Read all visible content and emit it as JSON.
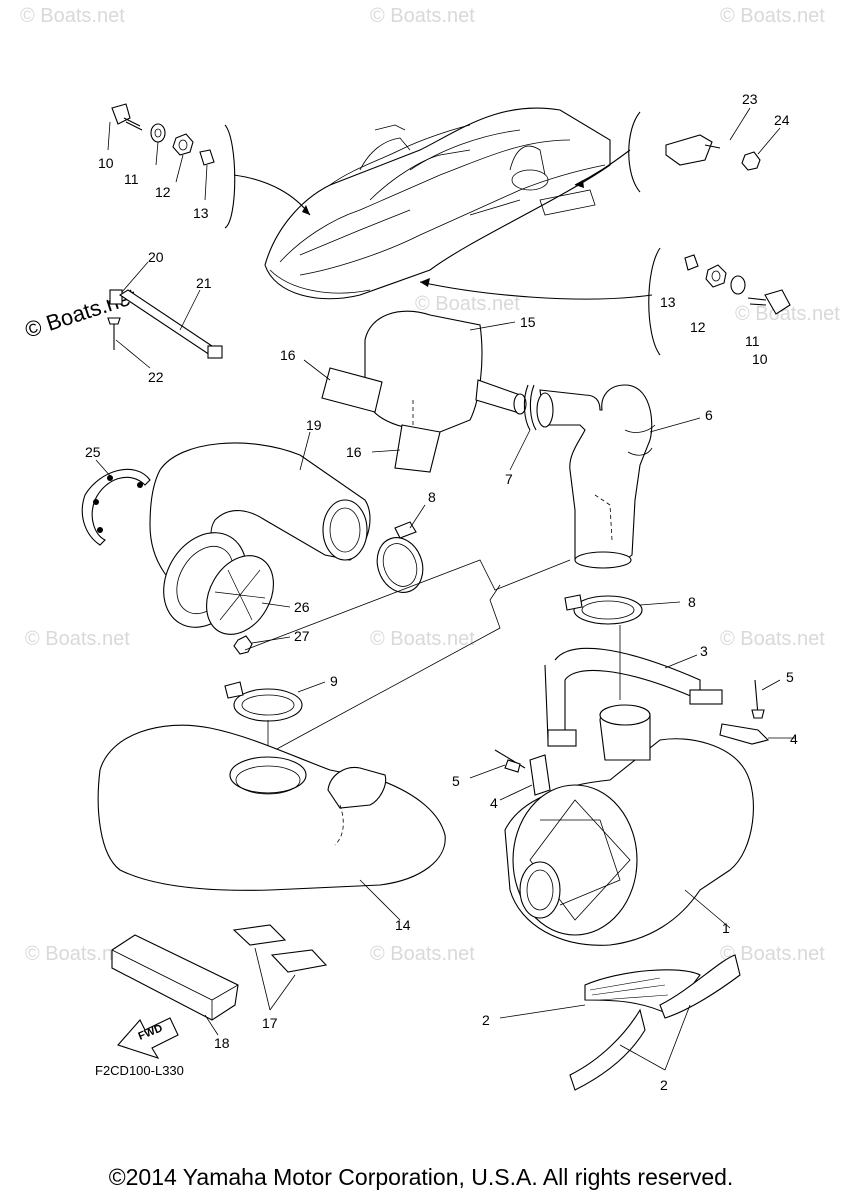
{
  "watermark": "© Boats.net",
  "diagram_code": "F2CD100-L330",
  "fwd_label": "FWD",
  "copyright": "©2014 Yamaha Motor Corporation, U.S.A. All rights reserved.",
  "callouts": {
    "c1": "1",
    "c2a": "2",
    "c2b": "2",
    "c3": "3",
    "c4a": "4",
    "c4b": "4",
    "c5a": "5",
    "c5b": "5",
    "c6": "6",
    "c7": "7",
    "c8a": "8",
    "c8b": "8",
    "c9": "9",
    "c10a": "10",
    "c10b": "10",
    "c11a": "11",
    "c11b": "11",
    "c12a": "12",
    "c12b": "12",
    "c13a": "13",
    "c13b": "13",
    "c14": "14",
    "c15": "15",
    "c16a": "16",
    "c16b": "16",
    "c17": "17",
    "c18": "18",
    "c19": "19",
    "c20": "20",
    "c21": "21",
    "c22": "22",
    "c23": "23",
    "c24": "24",
    "c25": "25",
    "c26": "26",
    "c27": "27"
  }
}
